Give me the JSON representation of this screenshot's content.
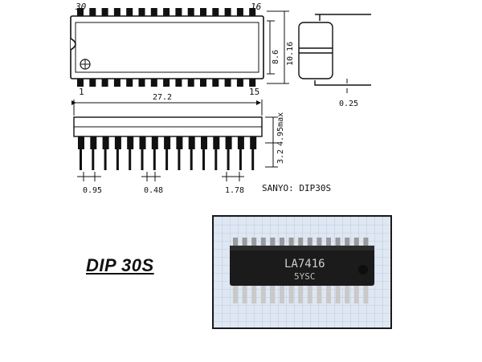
{
  "diagram": {
    "top_view": {
      "pin_first_top": "30",
      "pin_last_top": "16",
      "pin_first_bottom": "1",
      "pin_last_bottom": "15"
    },
    "dimensions": {
      "width_inner": "8.6",
      "width_outer": "10.16",
      "lead_thickness": "0.25",
      "length": "27.2",
      "height_body": "4.95max",
      "lead_length": "3.2",
      "lead_width_wide": "0.95",
      "lead_width": "0.48",
      "pitch": "1.78"
    },
    "package_code": "SANYO: DIP30S"
  },
  "caption": "DIP 30S",
  "photo": {
    "marking_line1": "LA7416",
    "marking_line2": "5YSC"
  }
}
